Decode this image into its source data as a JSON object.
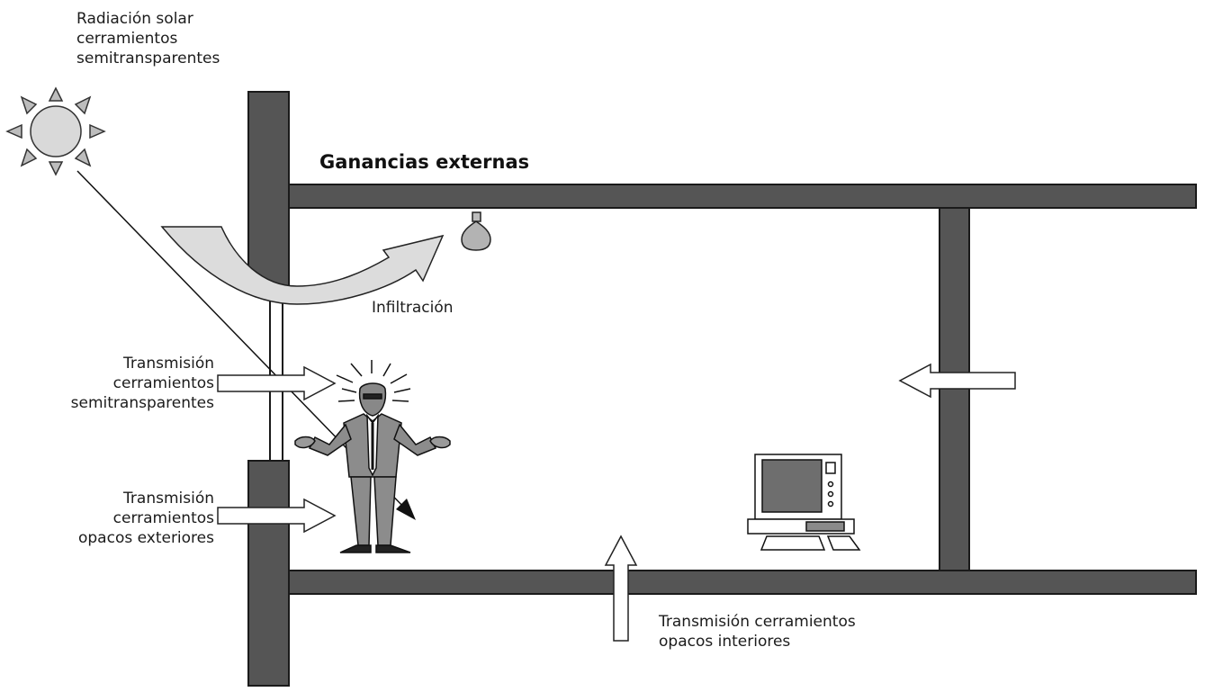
{
  "title": "Ganancias externas",
  "labels": {
    "solar": [
      "Radiación solar",
      "cerramientos",
      "semitransparentes"
    ],
    "infiltration": "Infiltración",
    "trans_semi": [
      "Transmisión",
      "cerramientos",
      "semitransparentes"
    ],
    "trans_opaque_ext": [
      "Transmisión",
      "cerramientos",
      "opacos exteriores"
    ],
    "trans_opaque_int": [
      "Transmisión cerramientos",
      "opacos interiores"
    ]
  },
  "colors": {
    "wall": "#555555",
    "wall_outline": "#1a1a1a",
    "sun_fill": "#d9d9d9",
    "arrow_fill": "#ffffff",
    "infiltration_fill": "#dcdcdc",
    "person_suit": "#8c8c8c",
    "screen": "#6e6e6e"
  },
  "icons": [
    "sun-icon",
    "bulb-icon",
    "person-icon",
    "computer-icon"
  ]
}
